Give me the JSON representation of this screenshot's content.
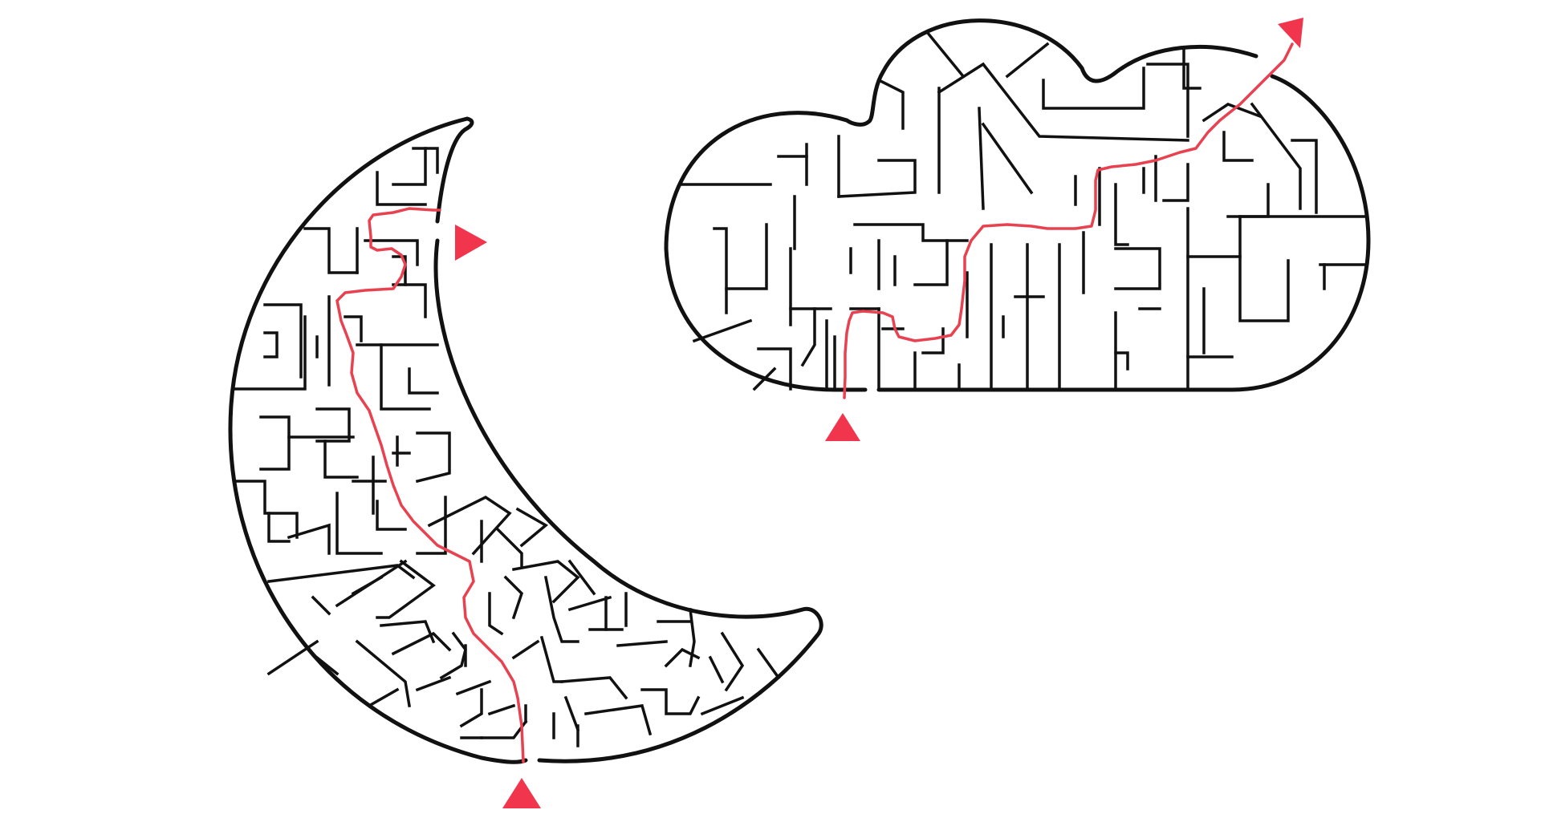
{
  "puzzle": {
    "kind": "maze-pair",
    "mazes": [
      {
        "name": "moon-maze",
        "shape": "crescent-moon",
        "solved": true,
        "entry_marker": "triangle-up",
        "exit_marker": "triangle-right"
      },
      {
        "name": "cloud-maze",
        "shape": "cloud",
        "solved": true,
        "entry_marker": "triangle-up",
        "exit_marker": "triangle-up-right"
      }
    ]
  },
  "colors": {
    "background": "#ffffff",
    "wall": "#111111",
    "solution_path": "#e8414f",
    "marker": "#f0354d"
  }
}
